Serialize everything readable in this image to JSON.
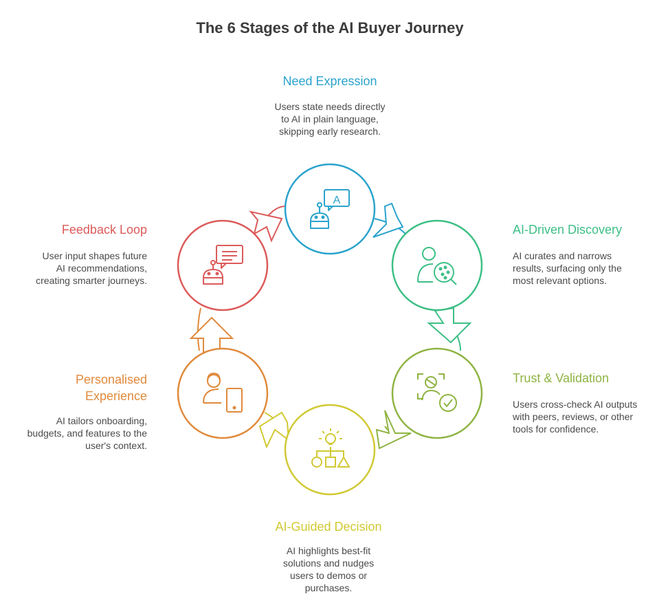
{
  "title": "The 6 Stages of the AI Buyer Journey",
  "colors": {
    "need_expression": "#2aa3cc",
    "ai_driven_discovery": "#3dbf86",
    "trust_validation": "#8fb443",
    "ai_guided_decision": "#d1c934",
    "personalised_experience": "#e08a3c",
    "feedback_loop": "#dc5a5a"
  },
  "stages": {
    "need_expression": {
      "title": "Need Expression",
      "description": "Users state needs directly\nto AI in plain language,\nskipping early research.",
      "icon": "robot-chat-icon"
    },
    "ai_driven_discovery": {
      "title": "AI-Driven Discovery",
      "description": "AI curates and narrows\nresults, surfacing only the\nmost relevant options.",
      "icon": "user-search-icon"
    },
    "trust_validation": {
      "title": "Trust & Validation",
      "description": "Users cross-check AI outputs\nwith peers, reviews, or other\ntools for confidence.",
      "icon": "face-check-icon"
    },
    "ai_guided_decision": {
      "title": "AI-Guided Decision",
      "description": "AI highlights best-fit\nsolutions and nudges\nusers to demos or\npurchases.",
      "icon": "decision-tree-icon"
    },
    "personalised_experience": {
      "title": "Personalised\nExperience",
      "description": "AI tailors onboarding,\nbudgets, and features to the\nuser's context.",
      "icon": "user-device-icon"
    },
    "feedback_loop": {
      "title": "Feedback Loop",
      "description": "User input shapes future\nAI recommendations,\ncreating smarter journeys.",
      "icon": "robot-message-icon"
    }
  }
}
